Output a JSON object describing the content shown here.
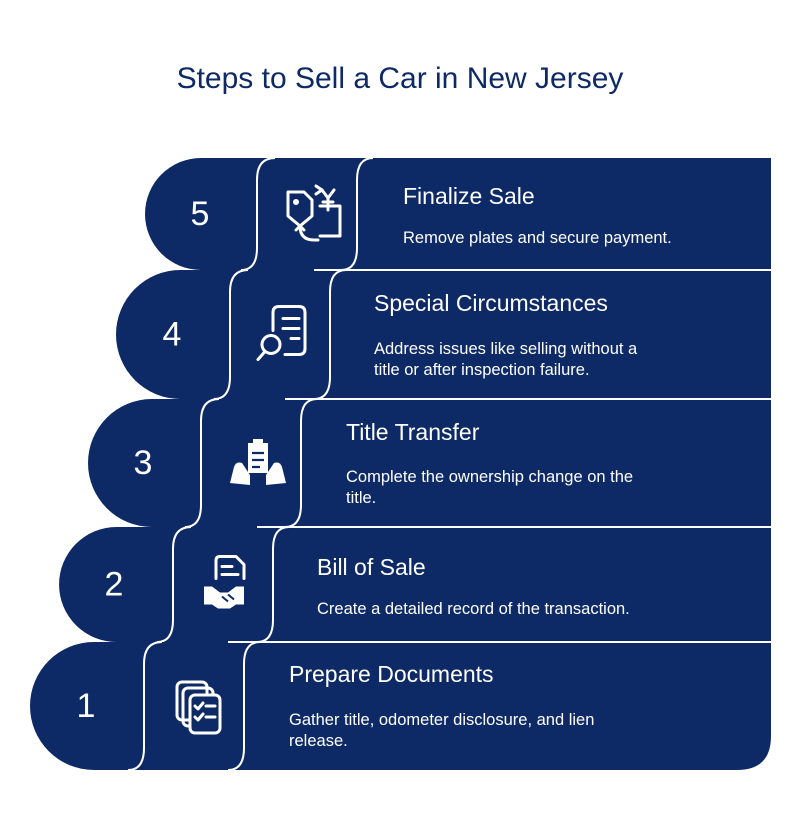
{
  "title": "Steps to Sell a Car in New Jersey",
  "colors": {
    "navy": "#0e2a66",
    "text": "#ffffff",
    "background": "#ffffff"
  },
  "steps": [
    {
      "number": "5",
      "title": "Finalize Sale",
      "desc": [
        "Remove plates and secure payment."
      ],
      "icon": "payment-exchange-icon"
    },
    {
      "number": "4",
      "title": "Special Circumstances",
      "desc": [
        "Address issues like selling without a",
        "title or after inspection failure."
      ],
      "icon": "document-search-icon"
    },
    {
      "number": "3",
      "title": "Title Transfer",
      "desc": [
        "Complete the ownership change on the",
        "title."
      ],
      "icon": "document-hands-icon"
    },
    {
      "number": "2",
      "title": "Bill of Sale",
      "desc": [
        "Create a detailed record of the transaction."
      ],
      "icon": "document-handshake-icon"
    },
    {
      "number": "1",
      "title": "Prepare Documents",
      "desc": [
        "Gather title, odometer disclosure, and lien",
        "release."
      ],
      "icon": "checklist-stack-icon"
    }
  ]
}
